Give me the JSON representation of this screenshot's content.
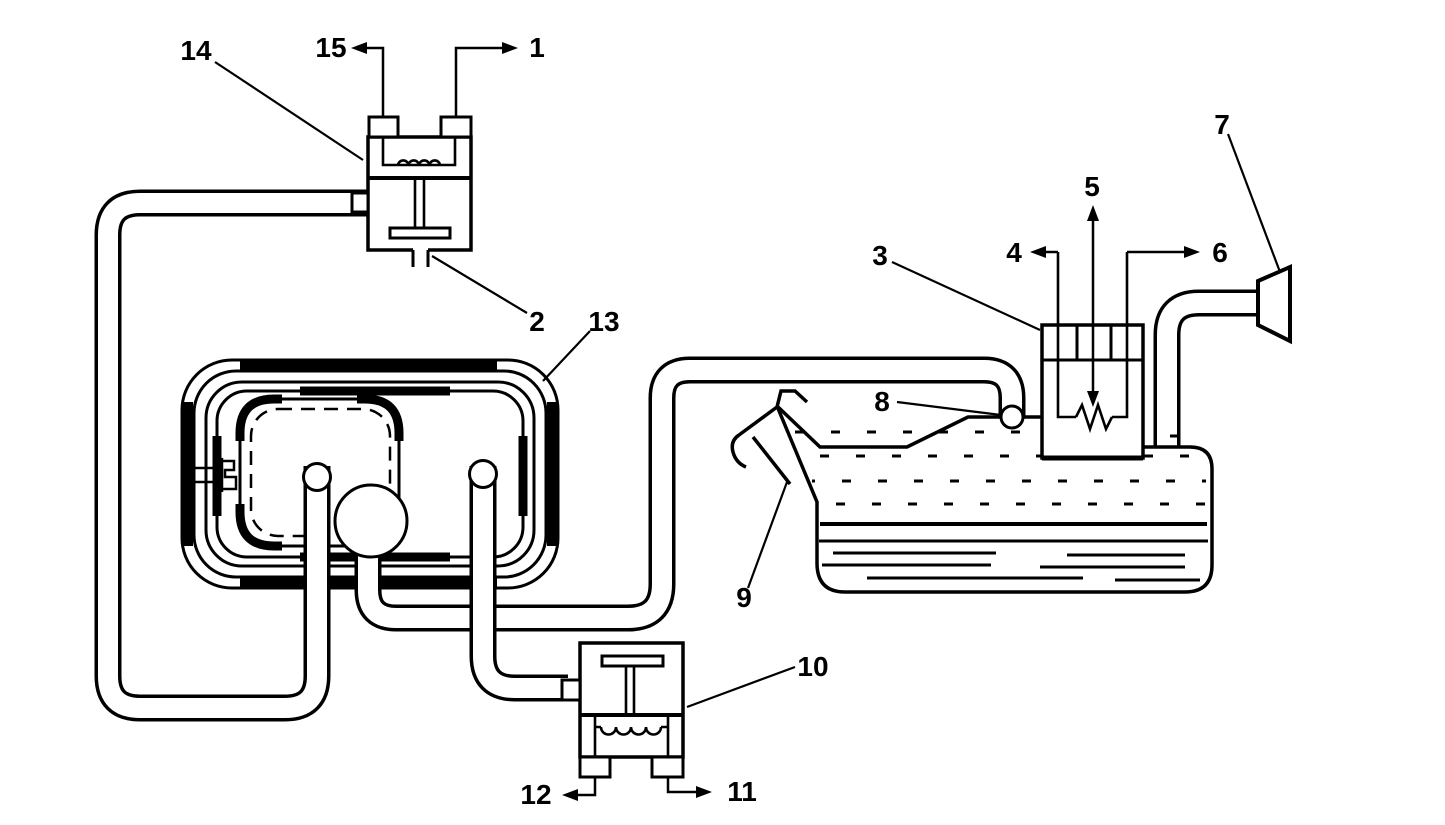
{
  "colors": {
    "ink": "#000000",
    "paper": "#ffffff"
  },
  "callouts": [
    {
      "text": "1"
    },
    {
      "text": "2"
    },
    {
      "text": "3"
    },
    {
      "text": "4"
    },
    {
      "text": "5"
    },
    {
      "text": "6"
    },
    {
      "text": "7"
    },
    {
      "text": "8"
    },
    {
      "text": "9"
    },
    {
      "text": "10"
    },
    {
      "text": "11"
    },
    {
      "text": "12"
    },
    {
      "text": "13"
    },
    {
      "text": "14"
    },
    {
      "text": "15"
    }
  ]
}
